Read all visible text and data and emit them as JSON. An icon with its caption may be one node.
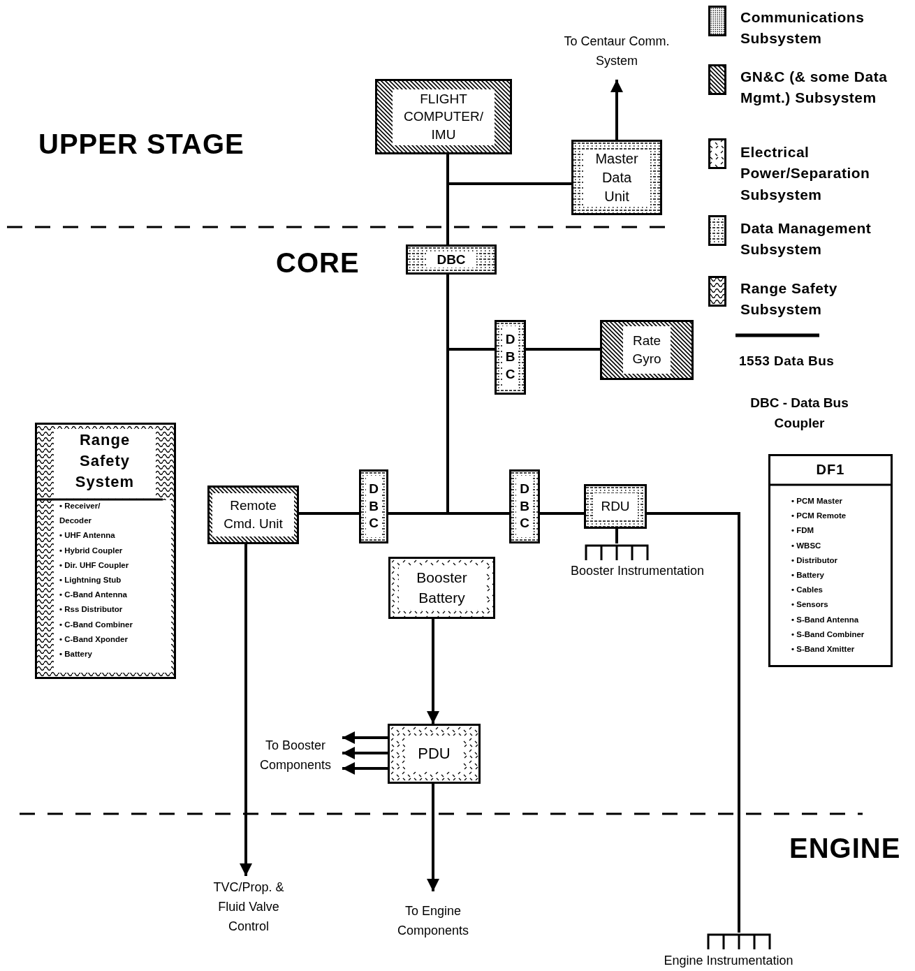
{
  "diagram": {
    "nodes": [
      {
        "text": [
          "FLIGHT COMPUTER/ IMU"
        ]
      },
      {
        "text": [
          "Master Data Unit"
        ]
      },
      {
        "text": [
          "To Centaur Comm. System"
        ]
      },
      {
        "text": [
          "DBC"
        ]
      },
      {
        "text": [
          "DBC"
        ]
      },
      {
        "text": [
          "Rate Gyro"
        ]
      },
      {
        "text": [
          "Remote Cmd. Unit"
        ]
      },
      {
        "text": [
          "DBC"
        ]
      },
      {
        "text": [
          "DBC"
        ]
      },
      {
        "text": [
          "RDU"
        ]
      },
      {
        "text": [
          "Booster Battery"
        ]
      },
      {
        "text": [
          "PDU"
        ]
      },
      {
        "text": [
          "To Booster Components"
        ]
      },
      {
        "text": [
          "TVC/Prop. & Fluid Valve Control"
        ]
      },
      {
        "text": [
          "To Engine Components"
        ]
      },
      {
        "text": [
          "Booster Instrumentation"
        ]
      },
      {
        "text": [
          "Engine Instrumentation"
        ]
      },
      {
        "text": [
          "Range Safety System",
          "• Receiver/ Decoder",
          "• UHF Antenna",
          "• Hybrid Coupler",
          "• Dir. UHF Coupler",
          "• Lightning Stub",
          "• C-Band Antenna",
          "• Rss Distributor",
          "• C-Band Combiner",
          "• C-Band Xponder",
          "• Battery"
        ]
      },
      {
        "text": [
          "DF1",
          "• PCM Master",
          "• PCM Remote",
          "• FDM",
          "• WBSC",
          "• Distributor",
          "• Battery",
          "• Cables",
          "• Sensors",
          "• S-Band Antenna",
          "• S-Band Combiner",
          "• S-Band Xmitter"
        ]
      }
    ],
    "edges": [
      {
        "from": 0,
        "to": 1,
        "arrow": "none"
      },
      {
        "from": 0,
        "to": 3,
        "arrow": "none"
      },
      {
        "from": 1,
        "to": 2,
        "arrow": "to"
      },
      {
        "from": 3,
        "to": 4,
        "arrow": "none"
      },
      {
        "from": 4,
        "to": 5,
        "arrow": "none"
      },
      {
        "from": 3,
        "to": 7,
        "arrow": "none"
      },
      {
        "from": 7,
        "to": 6,
        "arrow": "none"
      },
      {
        "from": 3,
        "to": 8,
        "arrow": "none"
      },
      {
        "from": 8,
        "to": 9,
        "arrow": "none"
      },
      {
        "from": 6,
        "to": 13,
        "arrow": "to"
      },
      {
        "from": 10,
        "to": 11,
        "arrow": "to"
      },
      {
        "from": 11,
        "to": 12,
        "arrow": "to"
      },
      {
        "from": 11,
        "to": 12,
        "arrow": "to"
      },
      {
        "from": 11,
        "to": 12,
        "arrow": "to"
      },
      {
        "from": 11,
        "to": 14,
        "arrow": "to"
      },
      {
        "from": 9,
        "to": 15,
        "arrow": "none"
      },
      {
        "from": 9,
        "to": 16,
        "arrow": "none"
      }
    ],
    "labels": [
      "UPPER STAGE",
      "CORE",
      "ENGINE",
      "DBC - Data Bus Coupler"
    ],
    "legend": [
      {
        "text": "Communications Subsystem"
      },
      {
        "text": "GN&C (& some Data Mgmt.) Subsystem"
      },
      {
        "text": "Electrical Power/Separation Subsystem"
      },
      {
        "text": "Data Management Subsystem"
      },
      {
        "text": "Range Safety Subsystem"
      },
      {
        "text": "1553 Data Bus"
      }
    ]
  }
}
